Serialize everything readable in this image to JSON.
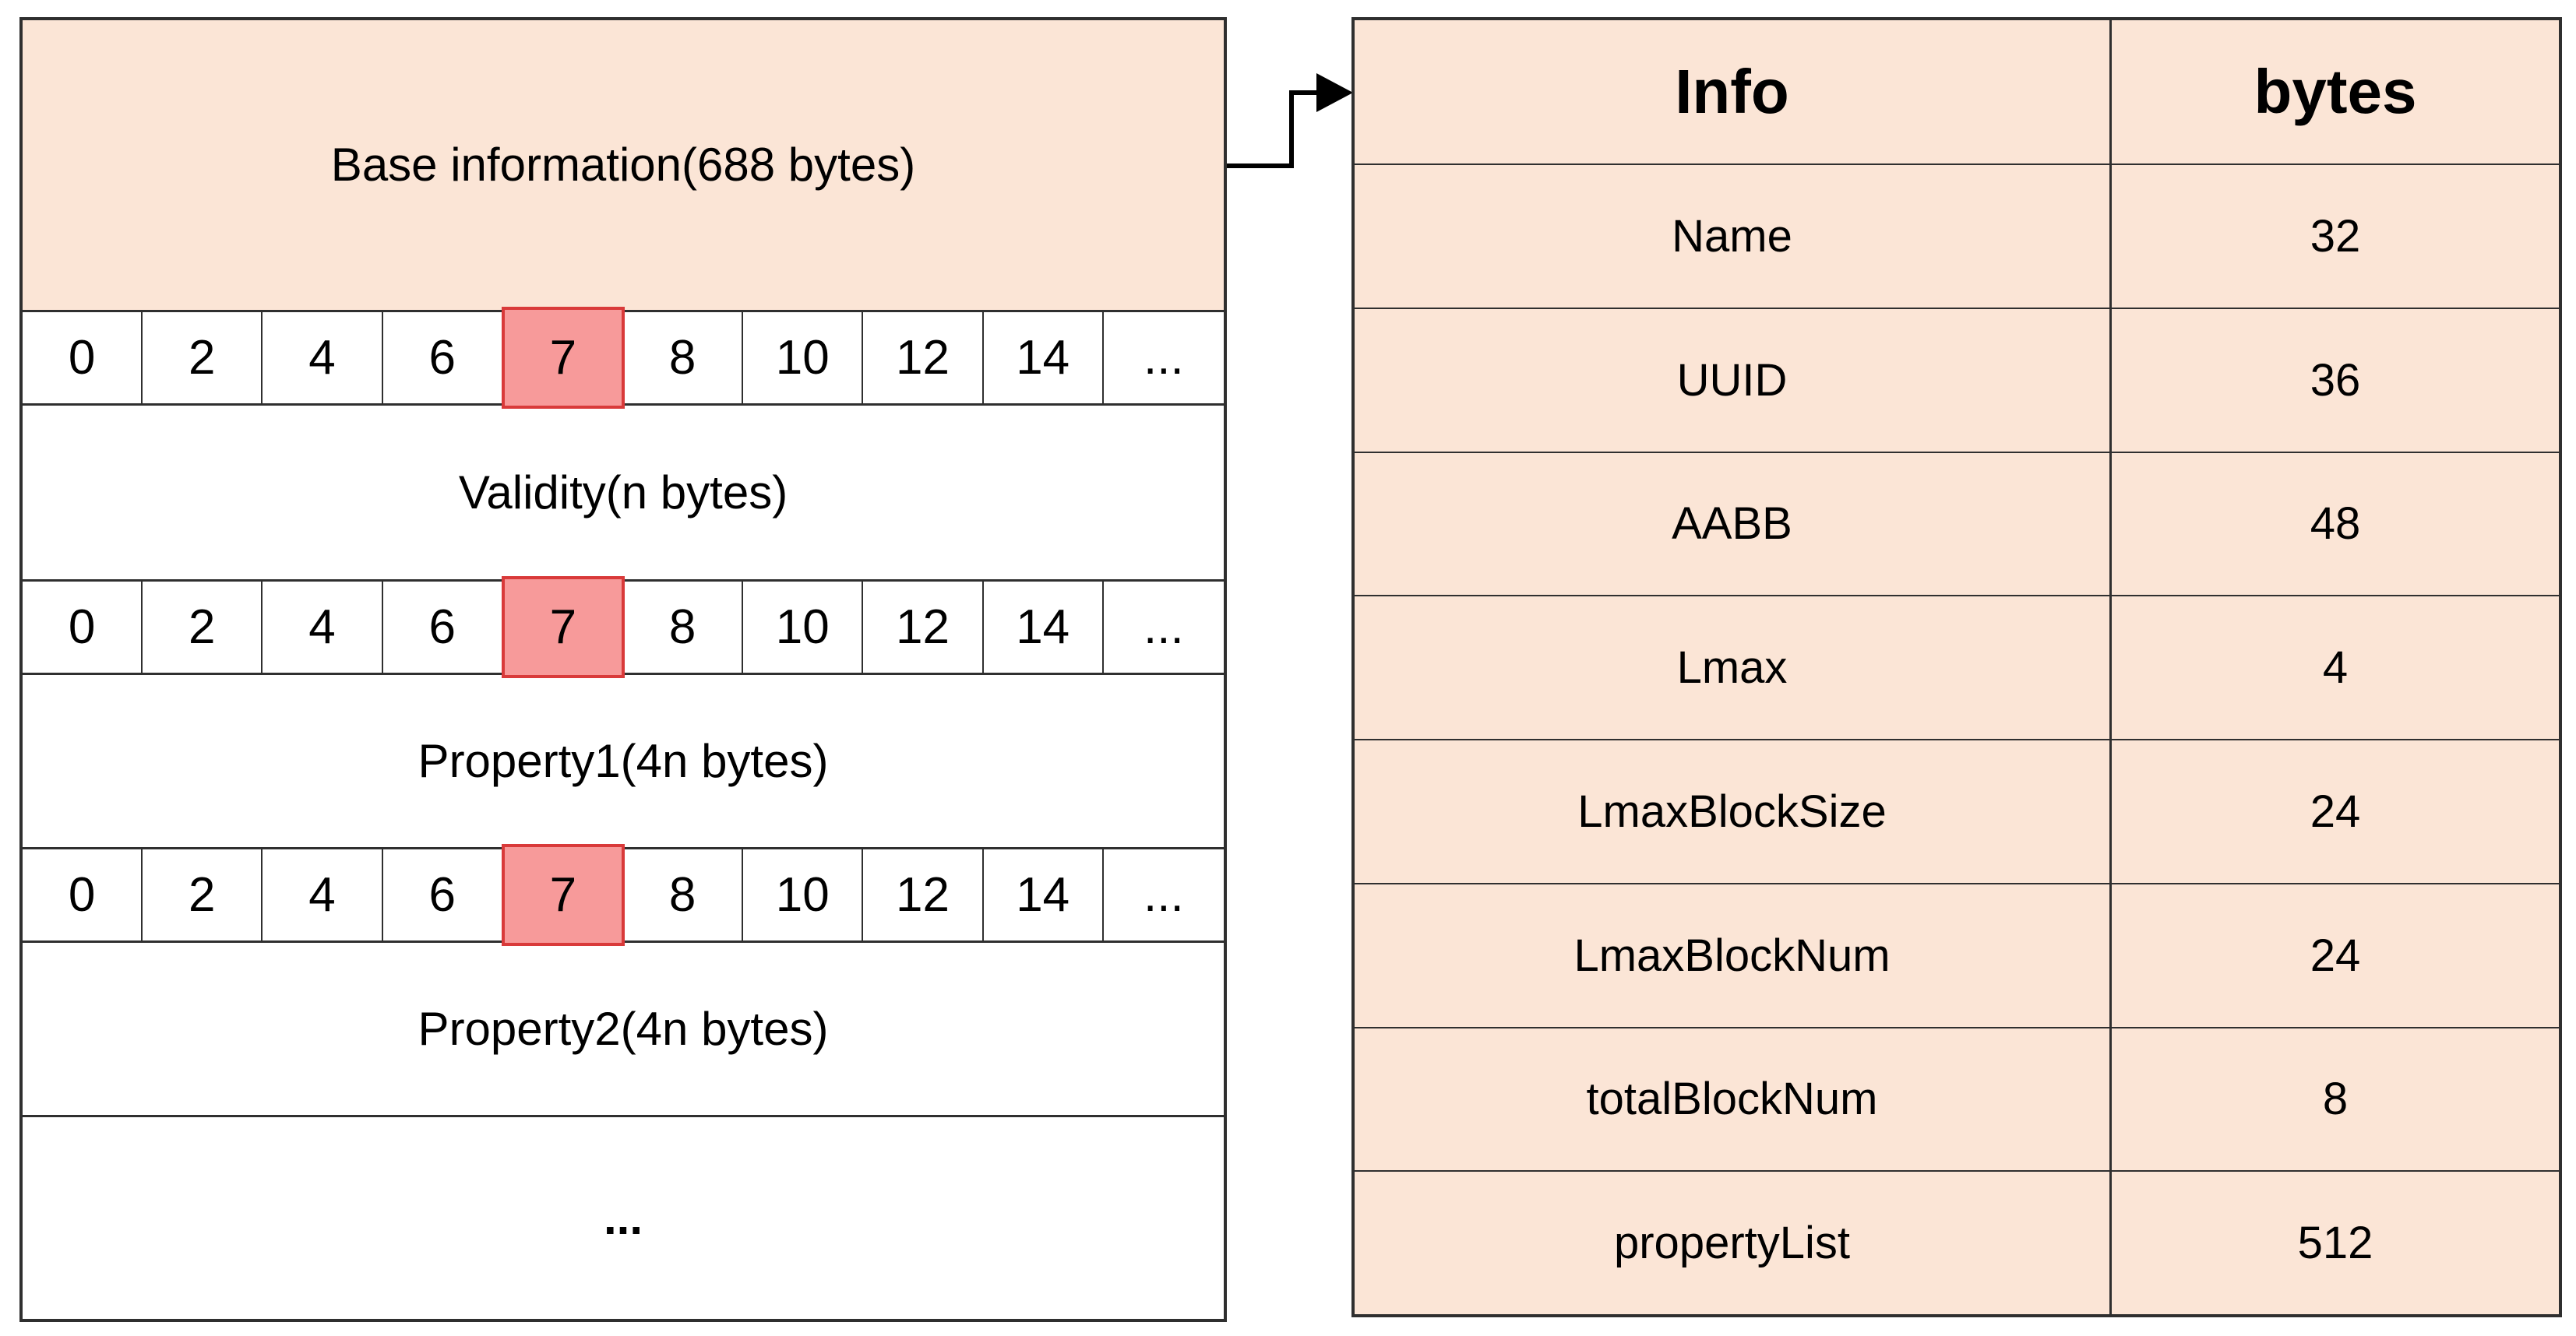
{
  "colors": {
    "peach": "#FBE5D6",
    "pink": "#F79A9A",
    "red": "#D93A3A",
    "line": "#2F2F2F"
  },
  "left_block": {
    "base_label": "Base information(688 bytes)",
    "byte_row": {
      "cells": [
        "0",
        "2",
        "4",
        "6",
        "7",
        "8",
        "10",
        "12",
        "14",
        "..."
      ],
      "highlight_index": 4
    },
    "validity_label": "Validity(n bytes)",
    "property1_label": "Property1(4n bytes)",
    "property2_label": "Property2(4n bytes)",
    "ellipsis_label": "..."
  },
  "table": {
    "headers": [
      "Info",
      "bytes"
    ],
    "rows": [
      {
        "info": "Name",
        "bytes": "32"
      },
      {
        "info": "UUID",
        "bytes": "36"
      },
      {
        "info": "AABB",
        "bytes": "48"
      },
      {
        "info": "Lmax",
        "bytes": "4"
      },
      {
        "info": "LmaxBlockSize",
        "bytes": "24"
      },
      {
        "info": "LmaxBlockNum",
        "bytes": "24"
      },
      {
        "info": "totalBlockNum",
        "bytes": "8"
      },
      {
        "info": "propertyList",
        "bytes": "512"
      }
    ]
  }
}
